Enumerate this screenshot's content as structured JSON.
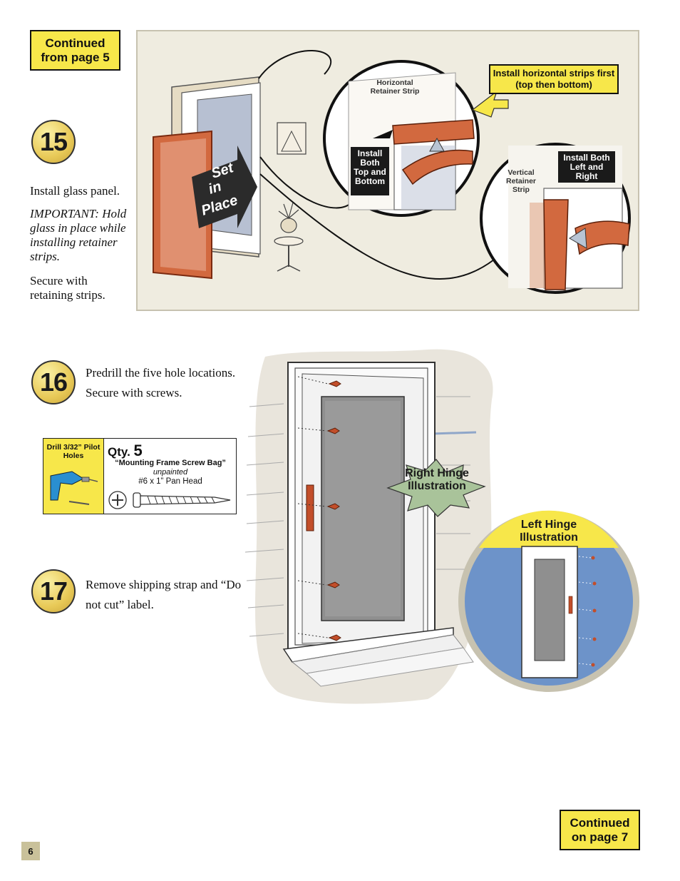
{
  "header": {
    "continued_from": "Continued from page 5"
  },
  "step15": {
    "number": "15",
    "text_install": "Install glass panel.",
    "text_important": "IMPORTANT: Hold glass in place while installing retainer strips.",
    "text_secure": "Secure with retaining strips.",
    "set_in_place": "Set in Place",
    "label_horizontal_strip": "Horizontal Retainer Strip",
    "callout_horizontal_first": "Install horizontal strips first (top then bottom)",
    "callout_top_bottom": "Install Both Top and Bottom",
    "label_vertical_strip": "Vertical Retainer Strip",
    "callout_left_right": "Install Both Left and Right"
  },
  "step16": {
    "number": "16",
    "text_predrill": "Predrill the five hole locations.",
    "text_secure": "Secure with screws.",
    "hardware": {
      "drill_label": "Drill 3/32” Pilot Holes",
      "qty_label": "Qty.",
      "qty_value": "5",
      "bag_name": "“Mounting Frame Screw Bag”",
      "bag_note": "unpainted",
      "screw_spec": "#6 x 1”   Pan Head"
    },
    "right_hinge": "Right Hinge Illustration",
    "left_hinge": "Left Hinge Illustration"
  },
  "step17": {
    "number": "17",
    "text_remove": "Remove shipping strap and “Do not cut” label."
  },
  "footer": {
    "continued_on": "Continued on page 7",
    "page_number": "6"
  },
  "colors": {
    "accent_yellow": "#f7e74a",
    "strip_orange": "#d2693f",
    "panel_bg": "#efece0",
    "wall_blue": "#6d93c9",
    "badge_green": "#a9c39a"
  }
}
